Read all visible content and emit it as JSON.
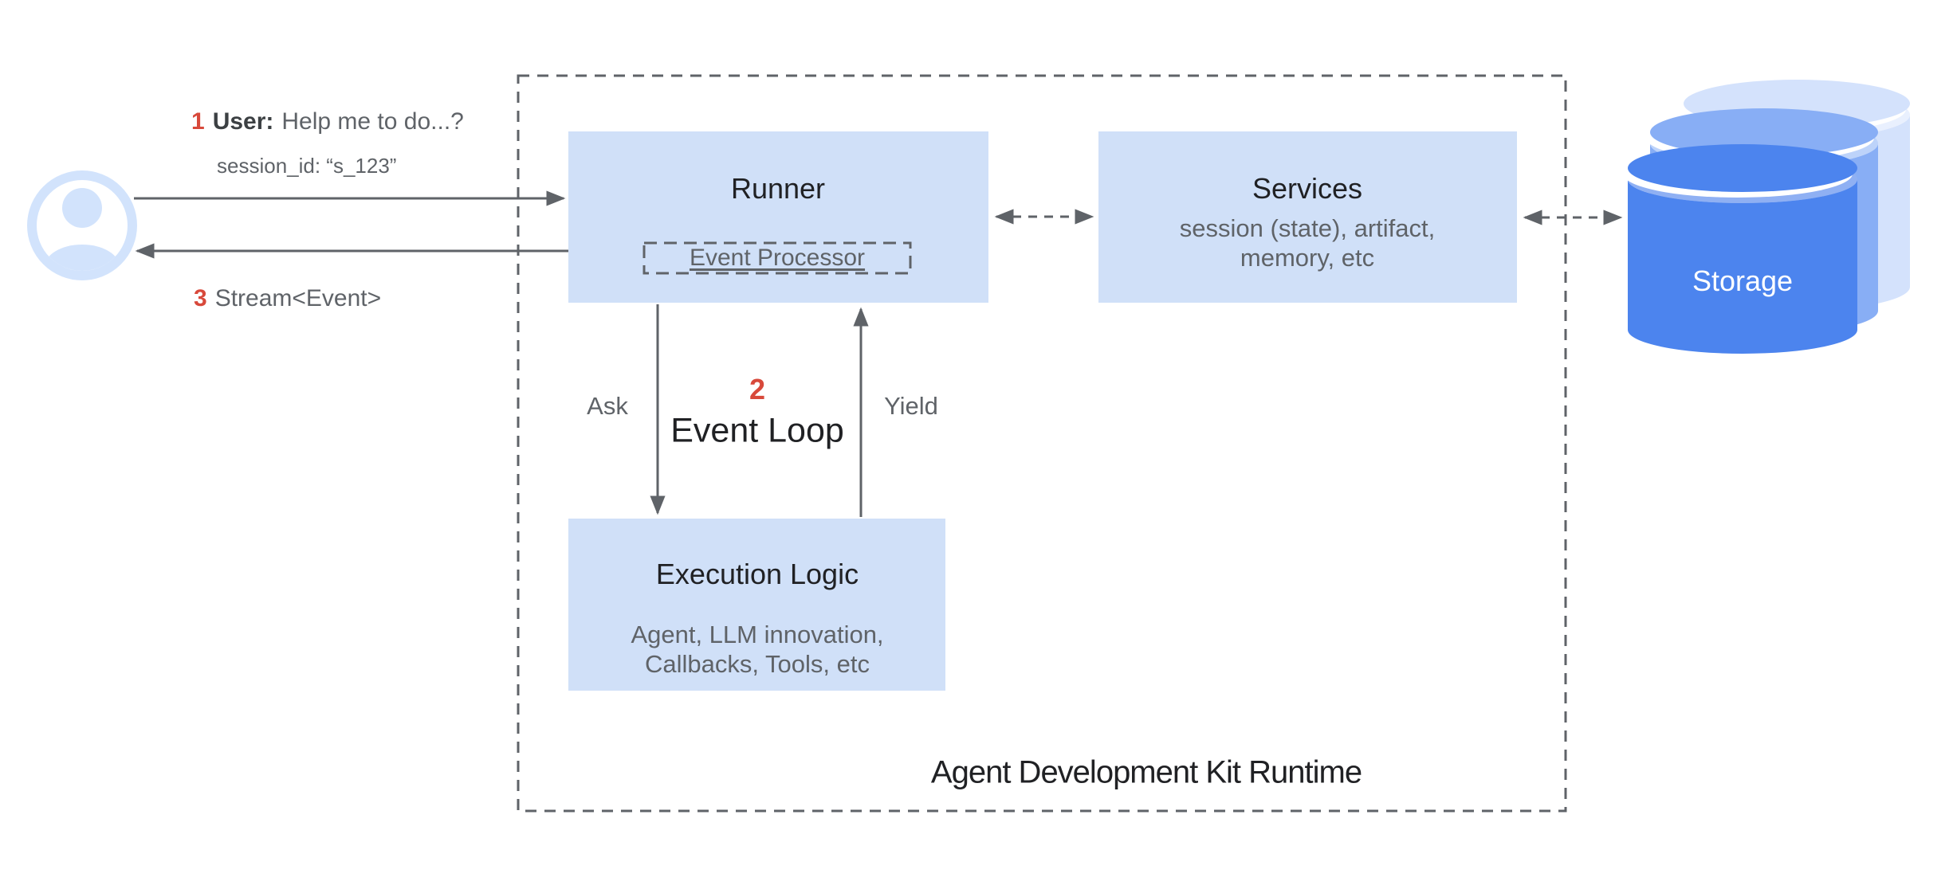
{
  "colors": {
    "box_blue": "#d0e0f8",
    "avatar_blue": "#d2e3fc",
    "ink": "#202124",
    "gray": "#5f6368",
    "accent_red": "#d8493b",
    "storage_front_blue": "#4c84ee",
    "storage_mid_blue": "#88aef5",
    "storage_back_blue": "#d4e2fc"
  },
  "user_flow": {
    "step1_number": "1",
    "step1_label": "User:",
    "step1_text": "Help me to do...?",
    "session_line": "session_id: “s_123”",
    "step3_number": "3",
    "step3_text": "Stream<Event>"
  },
  "runtime": {
    "label": "Agent Development Kit Runtime",
    "runner": {
      "title": "Runner",
      "processor_label": "Event Processor"
    },
    "services": {
      "title": "Services",
      "subtitle": "session (state), artifact,\nmemory, etc"
    },
    "execution": {
      "title": "Execution Logic",
      "subtitle": "Agent, LLM innovation,\nCallbacks, Tools, etc"
    },
    "event_loop": {
      "number": "2",
      "label": "Event Loop",
      "ask_label": "Ask",
      "yield_label": "Yield"
    }
  },
  "storage": {
    "label": "Storage"
  }
}
